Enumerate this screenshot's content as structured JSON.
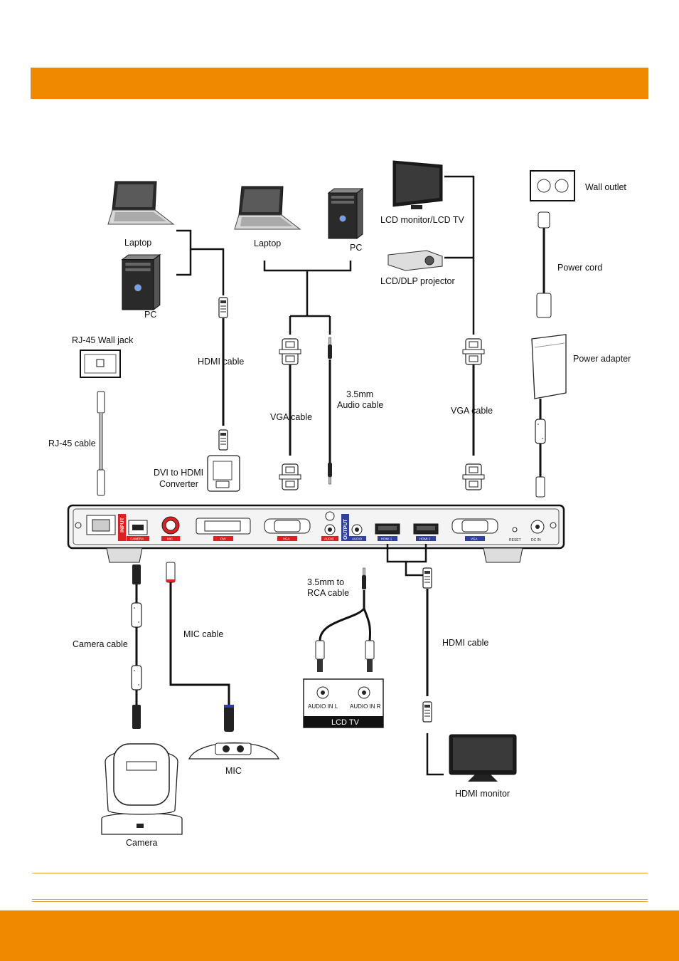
{
  "colors": {
    "accent": "#f08800",
    "rule": "#e8a030",
    "cable": "#111111",
    "input_red": "#e02020",
    "output_blue": "#3040a0"
  },
  "labels": {
    "laptop_left": "Laptop",
    "pc_left": "PC",
    "hdmi_cable_top": "HDMI  cable",
    "dvi_converter_l1": "DVI to HDMI",
    "dvi_converter_l2": "Converter",
    "rj45_jack": "RJ-45 Wall jack",
    "rj45_cable": "RJ-45 cable",
    "laptop_mid": "Laptop",
    "pc_mid": "PC",
    "vga_cable_left": "VGA cable",
    "audio_cable_l1": "3.5mm",
    "audio_cable_l2": "Audio cable",
    "lcd_monitor": "LCD monitor/LCD TV",
    "projector": "LCD/DLP projector",
    "vga_cable_right": "VGA cable",
    "wall_outlet": "Wall outlet",
    "power_cord": "Power cord",
    "power_adapter": "Power adapter",
    "camera_cable": "Camera cable",
    "mic_cable": "MIC cable",
    "mic": "MIC",
    "camera": "Camera",
    "rca_cable_l1": "3.5mm to",
    "rca_cable_l2": "RCA cable",
    "audio_in_l": "AUDIO IN L",
    "audio_in_r": "AUDIO IN R",
    "lcd_tv": "LCD TV",
    "hdmi_cable_bottom": "HDMI cable",
    "hdmi_monitor": "HDMI monitor"
  },
  "panel": {
    "input": "INPUT",
    "output": "OUTPUT",
    "camera": "CAMERA",
    "mic": "MIC",
    "dvi": "DVI",
    "vga_in": "VGA",
    "audio_in": "AUDIO",
    "audio_out": "AUDIO",
    "hdmi1": "HDMI 1",
    "hdmi2": "HDMI 2",
    "vga_out": "VGA",
    "reset": "RESET",
    "dc_in": "DC IN"
  }
}
